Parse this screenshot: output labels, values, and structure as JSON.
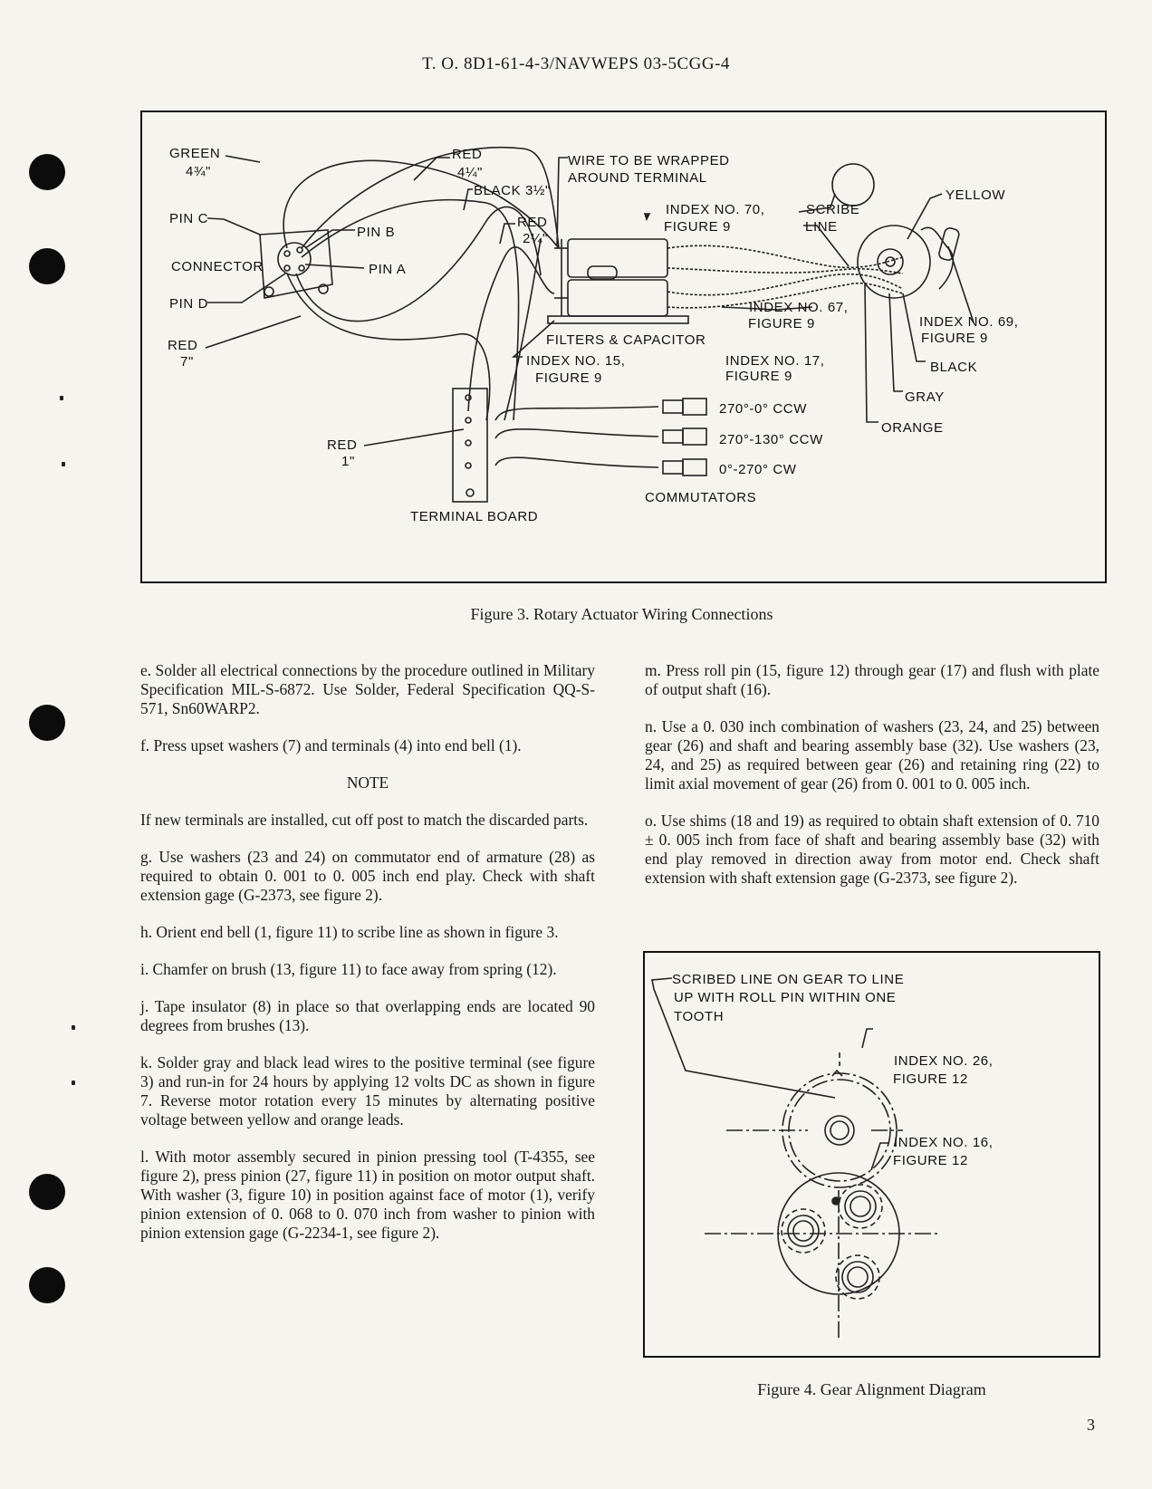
{
  "header": "T. O. 8D1-61-4-3/NAVWEPS 03-5CGG-4",
  "figure3": {
    "caption": "Figure 3.  Rotary Actuator Wiring Connections",
    "labels": {
      "green": "GREEN",
      "green_len": "4¾\"",
      "red_top": "RED",
      "red_top_len": "4¼\"",
      "black": "BLACK 3½\"",
      "red_mid": "RED",
      "red_mid_len": "2¼\"",
      "wire_wrapped_1": "WIRE TO BE WRAPPED",
      "wire_wrapped_2": "AROUND TERMINAL",
      "index70_1": "INDEX NO. 70,",
      "index70_2": "FIGURE 9",
      "scribe": "SCRIBE",
      "line": "LINE",
      "yellow": "YELLOW",
      "pin_c": "PIN C",
      "pin_b": "PIN B",
      "connector": "CONNECTOR",
      "pin_a": "PIN A",
      "pin_d": "PIN D",
      "red_low": "RED",
      "red_low_len": "7\"",
      "index67_1": "INDEX NO. 67,",
      "index67_2": "FIGURE 9",
      "index69_1": "INDEX NO. 69,",
      "index69_2": "FIGURE 9",
      "filters": "FILTERS & CAPACITOR",
      "index15_1": "INDEX NO. 15,",
      "index15_2": "FIGURE 9",
      "index17_1": "INDEX NO. 17,",
      "index17_2": "FIGURE 9",
      "black_right": "BLACK",
      "gray": "GRAY",
      "orange": "ORANGE",
      "comm1": "270°-0° CCW",
      "comm2": "270°-130° CCW",
      "comm3": "0°-270° CW",
      "red_1": "RED",
      "red_1_len": "1\"",
      "commutators": "COMMUTATORS",
      "terminal_board": "TERMINAL BOARD"
    }
  },
  "left_column": {
    "e": "e.  Solder all electrical connections by the procedure outlined in Military Specification MIL-S-6872.  Use Solder, Federal Specification QQ-S-571, Sn60WARP2.",
    "f": "f.  Press upset washers (7) and terminals (4) into end bell (1).",
    "note_heading": "NOTE",
    "note_body": "If new terminals are installed, cut off post to match the discarded parts.",
    "g": "g.  Use washers (23 and 24) on commutator end of armature (28) as required to obtain 0. 001 to 0. 005 inch end play.  Check with shaft extension gage (G-2373, see figure 2).",
    "h": "h.  Orient end bell (1, figure 11) to scribe line as shown in figure 3.",
    "i": "i.  Chamfer on brush (13, figure 11) to face away from spring (12).",
    "j": "j.  Tape insulator (8) in place so that overlapping ends are located 90 degrees from brushes (13).",
    "k": "k.  Solder gray and black lead wires to the positive terminal (see figure 3) and run-in for 24 hours by applying 12 volts DC as shown in figure 7.  Reverse motor rotation every 15 minutes by alternating positive voltage between yellow and orange leads.",
    "l": "l.  With motor assembly secured in pinion pressing tool (T-4355, see figure 2), press pinion (27, figure 11) in position on motor output shaft.  With washer (3, figure 10) in position against face of motor (1), verify pinion extension of 0. 068 to 0. 070 inch from washer to pinion with pinion extension gage (G-2234-1, see figure 2)."
  },
  "right_column": {
    "m": "m.  Press roll pin (15, figure 12) through gear (17) and flush with plate of output shaft (16).",
    "n": "n.  Use a 0. 030 inch combination of washers (23, 24, and 25) between gear (26) and shaft and bearing assembly base (32).  Use washers (23, 24, and 25) as required between gear (26) and retaining ring (22) to limit axial movement of gear (26) from 0. 001 to 0. 005 inch.",
    "o": "o.  Use shims (18 and 19) as required to obtain shaft extension of 0. 710 ± 0. 005 inch from face of shaft and bearing assembly base (32) with end play removed in direction away from motor end.  Check shaft extension with shaft extension gage (G-2373, see figure 2)."
  },
  "figure4": {
    "caption": "Figure 4.  Gear Alignment Diagram",
    "scribed_1": "SCRIBED LINE ON GEAR TO LINE",
    "scribed_2": "UP WITH ROLL PIN WITHIN ONE",
    "scribed_3": "TOOTH",
    "index26_1": "INDEX NO. 26,",
    "index26_2": "FIGURE 12",
    "index16_1": "INDEX NO. 16,",
    "index16_2": "FIGURE 12"
  },
  "page_number": "3"
}
